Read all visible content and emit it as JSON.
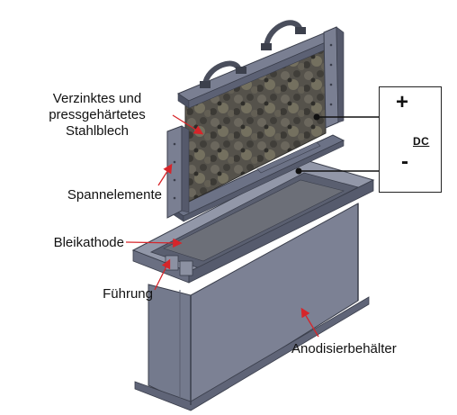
{
  "labels": {
    "steel_line1": "Verzinktes und",
    "steel_line2": "pressgehärtetes",
    "steel_line3": "Stahlblech",
    "clamps": "Spannelemente",
    "cathode": "Bleikathode",
    "guide": "Führung",
    "tank": "Anodisierbehälter"
  },
  "power_supply": {
    "plus": "+",
    "minus": "-",
    "type": "DC"
  },
  "colors": {
    "frame": "#6c7286",
    "frame_dark": "#4d5264",
    "frame_light": "#8a90a2",
    "tank_front": "#7c8194",
    "tank_side": "#5f6477",
    "tank_top": "#9297a8",
    "sheet": "#5a5750",
    "arrow": "#d6252a",
    "wire": "#111111"
  },
  "icons": [
    "arrow-icon",
    "terminal-dot-icon",
    "handle-icon"
  ]
}
